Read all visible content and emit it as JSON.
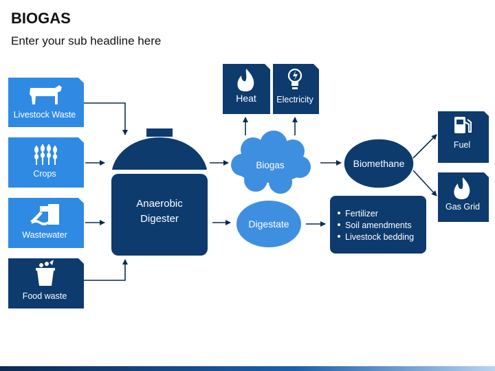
{
  "title": "BIOGAS",
  "subtitle": "Enter your sub headline here",
  "inputs": [
    {
      "label": "Livestock Waste",
      "icon": "cow-icon"
    },
    {
      "label": "Crops",
      "icon": "wheat-icon"
    },
    {
      "label": "Wastewater",
      "icon": "wastewater-pipe-icon"
    },
    {
      "label": "Food waste",
      "icon": "food-bin-icon"
    }
  ],
  "digester": {
    "line1": "Anaerobic",
    "line2": "Digester"
  },
  "biogas": "Biogas",
  "digestate": "Digestate",
  "heat": "Heat",
  "electricity": "Electricity",
  "biomethane": "Biomethane",
  "fuel": "Fuel",
  "gas_grid": "Gas Grid",
  "digestate_uses": [
    "Fertilizer",
    "Soil amendments",
    "Livestock bedding"
  ],
  "colors": {
    "input_box": "#2f8ae3",
    "input_box_dark": "#0d3b6e",
    "digester": "#0d3b6e",
    "cloud": "#3f8fe0",
    "digestate": "#3f8fe0",
    "biomethane": "#0d3b6e",
    "output_box": "#0d3b6e",
    "arrow": "#0d2a52"
  }
}
